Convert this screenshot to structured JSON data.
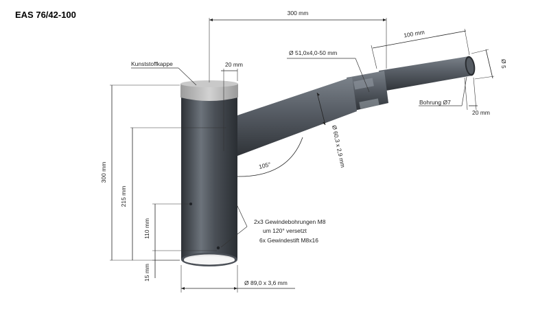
{
  "title": "EAS 76/42-100",
  "labels": {
    "top_width": "300 mm",
    "arm_length": "100 mm",
    "tip_diameter": "Ø 5",
    "cap": "Kunststoffkappe",
    "cap_offset": "20 mm",
    "sleeve_tube": "Ø 51,0x4,0-50 mm",
    "arm_tube": "Ø 60,3 x 2,9 mm",
    "angle": "105°",
    "bore": "Bohrung Ø7",
    "bore_offset": "20 mm",
    "height_total": "300 mm",
    "height_215": "215 mm",
    "height_110": "110 mm",
    "height_15": "15 mm",
    "thread_line1": "2x3 Gewindebohrungen M8",
    "thread_line2": "um 120° versetzt",
    "thread_line3": "6x Gewindestift M8x16",
    "base_tube": "Ø 89,0 x 3,6 mm"
  },
  "colors": {
    "tube_dark": "#3a3e44",
    "tube_mid": "#5d636b",
    "tube_light": "#8a9098",
    "cap": "#b9b9b9"
  }
}
